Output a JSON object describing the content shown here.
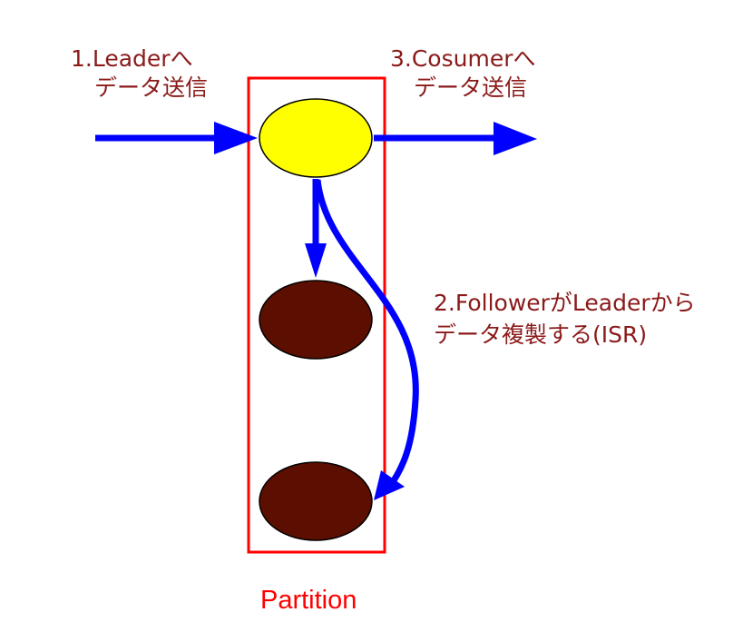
{
  "labels": {
    "step1_line1": "1.Leaderへ",
    "step1_line2": "データ送信",
    "step3_line1": "3.Cosumerへ",
    "step3_line2": "データ送信",
    "step2_line1": "2.FollowerがLeaderから",
    "step2_line2": "データ複製する(ISR)",
    "partition": "Partition"
  },
  "nodes": [
    {
      "role": "leader",
      "color": "#ffff00"
    },
    {
      "role": "follower",
      "color": "#5c0f00"
    },
    {
      "role": "follower",
      "color": "#5c0f00"
    }
  ],
  "colors": {
    "arrow": "#0000ff",
    "partition_border": "#ff0000",
    "label_text": "#8b1a1a",
    "partition_text": "#ff0000",
    "node_outline": "#000000"
  }
}
